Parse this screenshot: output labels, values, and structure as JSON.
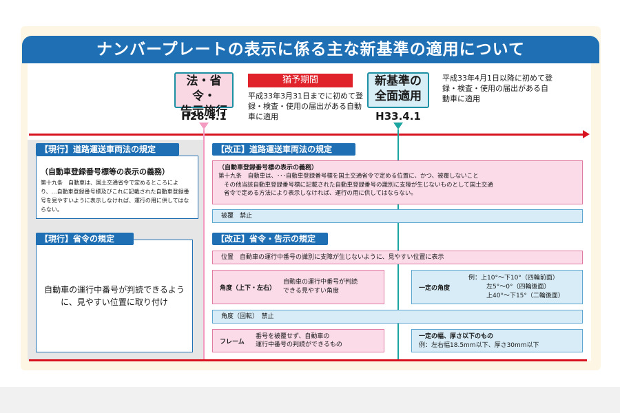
{
  "title": "ナンバープレートの表示に係る主な新基準の適用について",
  "milestones": {
    "enforcement": {
      "label_line1": "法・省令・",
      "label_line2": "告示施行",
      "date": "H28.4.1"
    },
    "full_application": {
      "label_line1": "新基準の",
      "label_line2": "全面適用",
      "date": "H33.4.1"
    }
  },
  "grace_period": {
    "badge": "猶予期間",
    "text": "平成33年3月31日までに初めて登録・検査・使用の届出がある自動車に適用"
  },
  "after_application_text": "平成33年4月1日以降に初めて登録・検査・使用の届出がある自動車に適用",
  "current": {
    "law": {
      "heading": "【現行】道路運送車両法の規定",
      "title": "（自動車登録番号標等の表示の義務）",
      "body": "第十九条　自動車は、国土交通省令で定めるところにより、…自動車登録番号標及びこれに記載された自動車登録番号を見やすいように表示しなければ、運行の用に供してはならない。"
    },
    "ordinance": {
      "heading": "【現行】省令の規定",
      "body": "自動車の運行中番号が判読できるように、見やすい位置に取り付け"
    }
  },
  "revised": {
    "law": {
      "heading": "【改正】道路運送車両法の規定",
      "title": "（自動車登録番号標の表示の義務）",
      "body_line1": "第十九条　自動車は、･･･自動車登録番号標を国土交通省令で定める位置に、かつ、被覆しないこと",
      "body_line2": "その他当該自動車登録番号標に記載された自動車登録番号の識別に支障が生じないものとして国土交通",
      "body_line3": "省令で定める方法により表示しなければ、運行の用に供してはならない。",
      "cover": "被覆　禁止"
    },
    "ordinance": {
      "heading": "【改正】省令・告示の規定",
      "position": "位置　自動車の運行中番号の識別に支障が生じないように、見やすい位置に表示",
      "angle": {
        "label": "角度（上下・左右）",
        "desc_line1": "自動車の運行中番号が判読",
        "desc_line2": "できる見やすい角度"
      },
      "angle_range": {
        "label": "一定の角度",
        "line1": "例：上10°～下10°（四輪前面）",
        "line2": "左5°～0°（四輪後面）",
        "line3": "上40°～下15°（二輪後面）"
      },
      "rotation": "角度（回転）　禁止",
      "frame": {
        "label": "フレーム",
        "desc_line1": "番号を被覆せず、自動車の",
        "desc_line2": "運行中番号の判読ができるもの"
      },
      "size": {
        "title": "一定の幅、厚さ以下のもの",
        "example": "例：左右幅18.5mm以下、厚さ30mm以下"
      }
    }
  },
  "colors": {
    "header_blue": "#1f6fb4",
    "timeline_red": "#d7121e",
    "grace_red": "#e0222a",
    "pink_line": "#f29ac0",
    "teal_line": "#1aa5a0"
  }
}
